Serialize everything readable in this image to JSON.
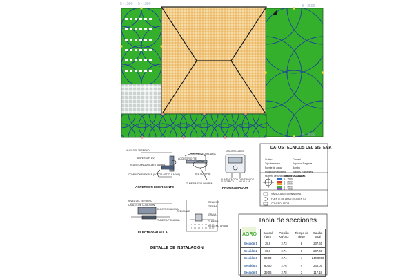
{
  "plan": {
    "dimension_labels": [
      "5 - 1500",
      "5 - 1500",
      "5 - 3500",
      "5 - 3500"
    ],
    "colors": {
      "lawn_green": "#35b02c",
      "hatch_yellow": "#f0c37a",
      "sprinkler_blue": "#1f3f9c",
      "paving_gray": "#c9d2cf"
    }
  },
  "tech_data": {
    "title": "DATOS TECNICOS DEL SISTEMA",
    "rows": [
      {
        "label": "Cultivo",
        "value": "Césped"
      },
      {
        "label": "Tipo de emisor",
        "value": "Aspersor Surgente"
      },
      {
        "label": "Fuente de agua",
        "value": "Bomba"
      },
      {
        "label": "Modelo del aspersor",
        "value": "Rotores y difusores"
      },
      {
        "label": "Número de Secciones",
        "value": "5 Secciones"
      }
    ],
    "simbologia_title": "SIMBOLOGIA",
    "legend": [
      {
        "color": "#2d6fd0",
        "label": "S - 1500"
      },
      {
        "color": "#d33b2b",
        "label": "S - 2500"
      },
      {
        "color": "#e59f2a",
        "label": "S - 3000"
      },
      {
        "color": "#3fae48",
        "label": "S - 3500"
      },
      {
        "color": "#8a55b5",
        "label": "S - 4000"
      }
    ],
    "symbols": [
      {
        "icon": "valve-icon",
        "label": "VÁLVULA SECCIONADORA"
      },
      {
        "icon": "water-source-icon",
        "label": "FUENTE DE ABASTECIMIENTO"
      },
      {
        "icon": "controller-icon",
        "label": "CONTROLADOR"
      }
    ]
  },
  "details": {
    "aspersor": {
      "title": "ASPERSOR EMERGENTE",
      "labels": [
        "NIVEL DEL TERRENO",
        "ASPERSOR 1/2\"",
        "RED SECUNDARIA DE TUBERIA",
        "CONEXIÓN FLEXIBLE (CODOS ARTICULADOS)",
        "TUBERIA SECUNDARIA",
        "ACCESORIO \"TE\"",
        "RED SUMIPRE",
        "TUBERIA SECUNDARIA"
      ]
    },
    "programador": {
      "title": "PROGRAMADOR",
      "labels": [
        "CONTROLADOR",
        "ALIMENTACION ELECTRICA",
        "CONTROL DE VALVULAS"
      ]
    },
    "electrovalvula": {
      "title": "ELECTROVALVULA",
      "labels": [
        "NIVEL DEL TERRENO",
        "CABLES DE CONEXION",
        "ELECTROVALVULA",
        "TUBERIA PRINCIPAL",
        "RELLENO",
        "TIERRA",
        "GRAVA",
        "RED/CABLE",
        "TUBERIA",
        "RELLENO GRAVA"
      ]
    },
    "caption": "DETALLE DE INSTALACIÓN"
  },
  "sections_table": {
    "title": "Tabla de secciones",
    "logo_text": "AGRO",
    "headers": [
      "",
      "Caudal (lpm)",
      "Presión Kg/cm2",
      "Tiempo de riego",
      "Caudal total"
    ],
    "rows": [
      [
        "Sección 1",
        "39.6",
        "2.73",
        "6",
        "237.60"
      ],
      [
        "Sección 2",
        "39.6",
        "2.71",
        "6",
        "237.60"
      ],
      [
        "Sección 3",
        "60.00",
        "2.74",
        "4",
        "240.0000"
      ],
      [
        "Sección 4",
        "60.00",
        "2.76",
        "4",
        "240.00"
      ],
      [
        "Sección 5",
        "39.06",
        "2.78",
        "3",
        "117.18"
      ]
    ]
  }
}
